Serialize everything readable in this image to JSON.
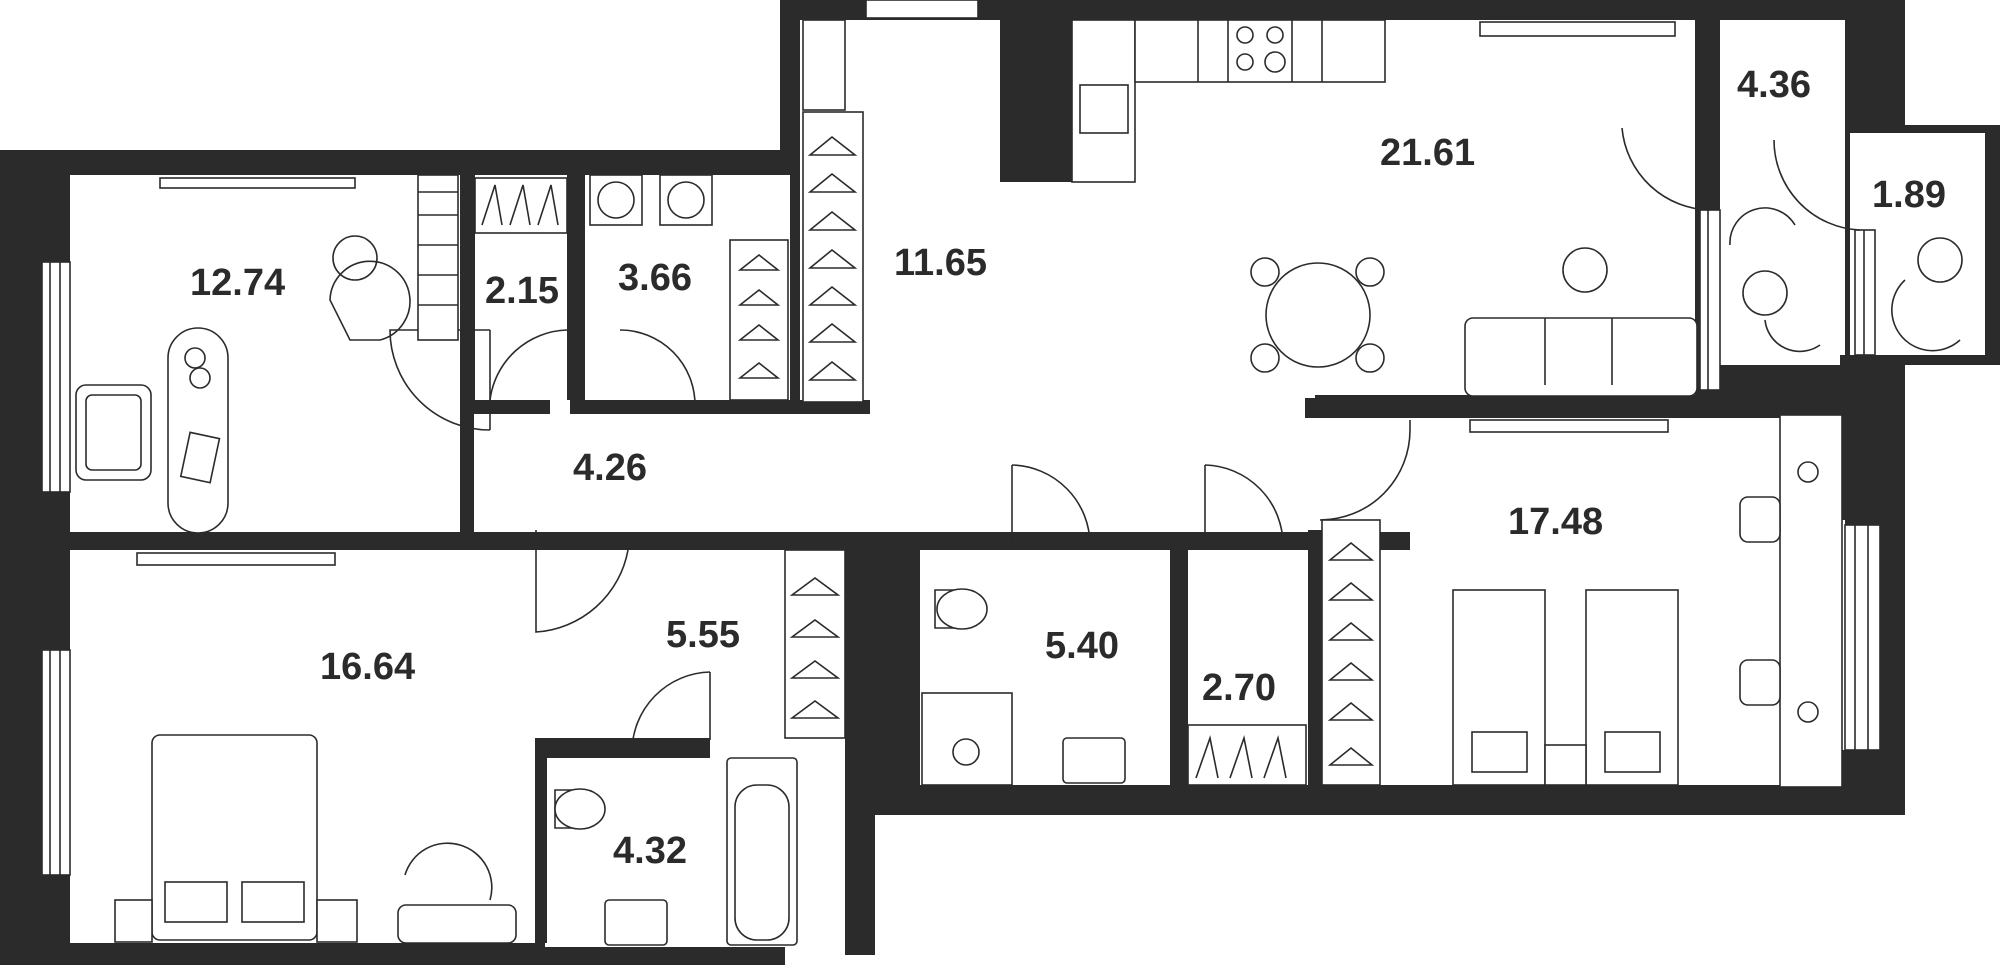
{
  "floor_plan": {
    "rooms": [
      {
        "id": "room-1",
        "area": "12.74"
      },
      {
        "id": "room-2",
        "area": "2.15"
      },
      {
        "id": "room-3",
        "area": "3.66"
      },
      {
        "id": "room-4",
        "area": "11.65"
      },
      {
        "id": "room-5",
        "area": "21.61"
      },
      {
        "id": "room-6",
        "area": "4.36"
      },
      {
        "id": "room-7",
        "area": "1.89"
      },
      {
        "id": "room-8",
        "area": "4.26"
      },
      {
        "id": "room-9",
        "area": "16.64"
      },
      {
        "id": "room-10",
        "area": "5.55"
      },
      {
        "id": "room-11",
        "area": "4.32"
      },
      {
        "id": "room-12",
        "area": "5.40"
      },
      {
        "id": "room-13",
        "area": "2.70"
      },
      {
        "id": "room-14",
        "area": "17.48"
      }
    ],
    "colors": {
      "wall": "#2b2b2b",
      "floor": "#ffffff"
    }
  }
}
